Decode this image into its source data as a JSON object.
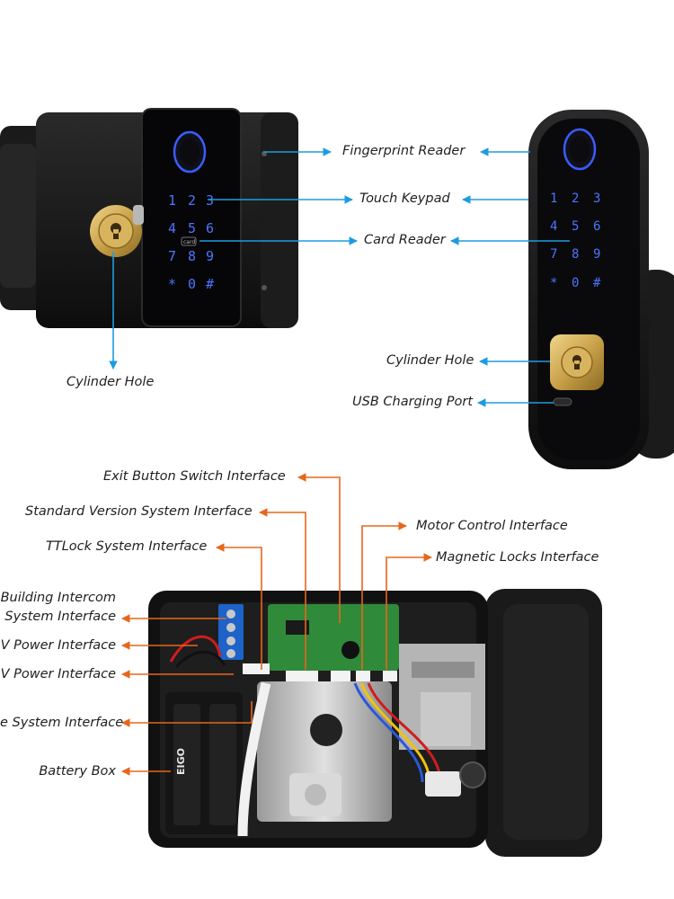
{
  "colors": {
    "blue_callout": "#1e9be0",
    "orange_callout": "#e8661c",
    "lock_body": "#141414",
    "keypad_glow": "#3a5cff",
    "brass": "#c9a24a"
  },
  "keypad_digits": [
    "1",
    "2",
    "3",
    "4",
    "5",
    "6",
    "7",
    "8",
    "9",
    "*",
    "0",
    "#"
  ],
  "top_labels": {
    "fingerprint_reader": "Fingerprint Reader",
    "touch_keypad": "Touch Keypad",
    "card_reader": "Card Reader",
    "cylinder_hole_left": "Cylinder Hole",
    "cylinder_hole_right": "Cylinder Hole",
    "usb_charging_port": "USB Charging Port"
  },
  "interior_labels": {
    "exit_button": "Exit Button Switch Interface",
    "standard_version": "Standard Version System Interface",
    "ttlock": "TTLock System Interface",
    "motor_control": "Motor Control Interface",
    "magnetic_locks": "Magnetic Locks Interface",
    "building_intercom_line1": "Building Intercom",
    "building_intercom_line2": "System Interface",
    "power_1": "V Power Interface",
    "power_2": "V Power Interface",
    "system_interface": "e System Interface",
    "battery_box": "Battery Box"
  },
  "card_glyph": "card",
  "battery_brand": "EIGO"
}
